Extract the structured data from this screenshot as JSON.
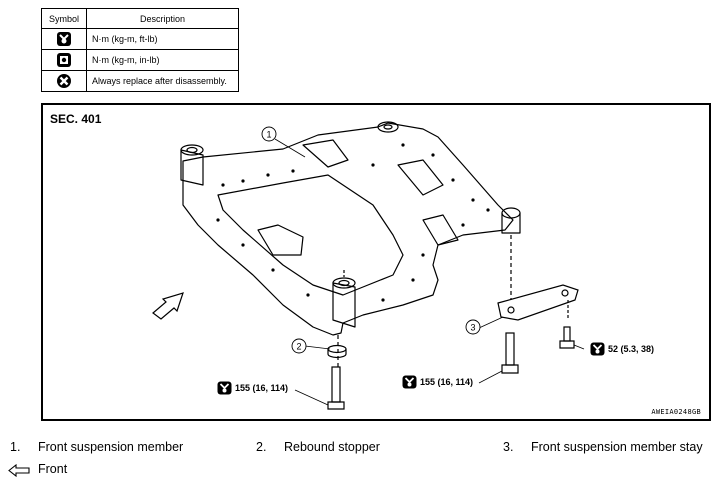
{
  "legend": {
    "header_symbol": "Symbol",
    "header_description": "Description",
    "rows": [
      {
        "icon": "torque-wrench-icon",
        "description": "N·m (kg-m, ft-lb)"
      },
      {
        "icon": "torque-wrench-small-icon",
        "description": "N·m (kg-m, in-lb)"
      },
      {
        "icon": "replace-after-disassembly-icon",
        "description": "Always replace after disassembly."
      }
    ]
  },
  "diagram": {
    "section": "SEC. 401",
    "code": "AWEIA0248GB",
    "callouts": [
      "1",
      "2",
      "3"
    ],
    "torques": [
      {
        "value": "155 (16, 114)"
      },
      {
        "value": "155 (16, 114)"
      },
      {
        "value": "52 (5.3, 38)"
      }
    ]
  },
  "parts": [
    {
      "num": "1.",
      "name": "Front suspension member"
    },
    {
      "num": "2.",
      "name": "Rebound stopper"
    },
    {
      "num": "3.",
      "name": "Front suspension member stay"
    }
  ],
  "front_label": "Front"
}
